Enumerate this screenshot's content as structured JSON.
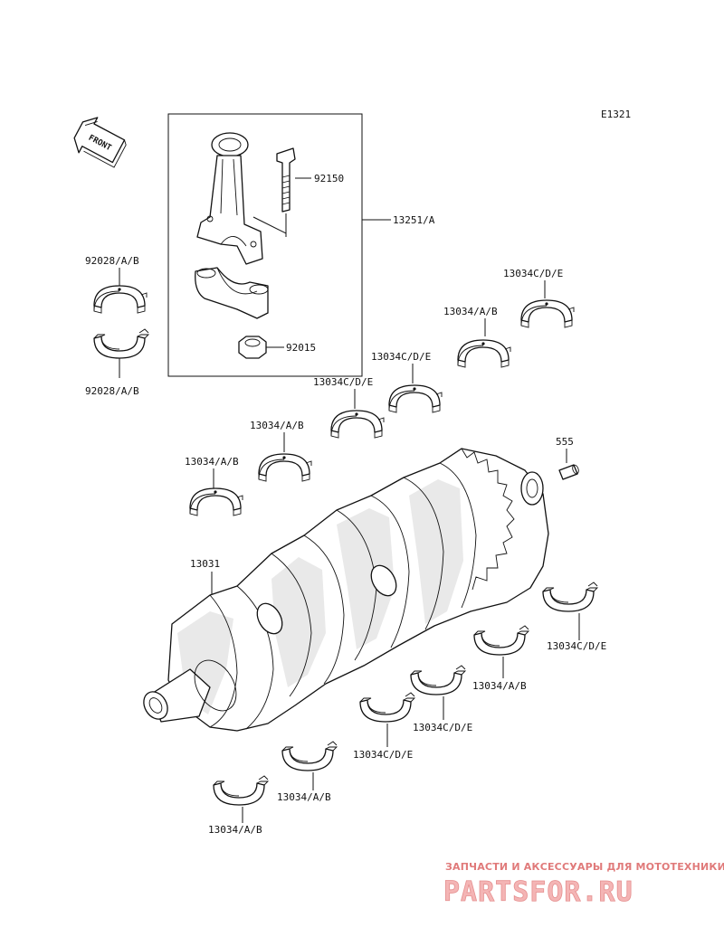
{
  "diagram": {
    "ref_code": "E1321",
    "front_label": "FRONT",
    "labels": {
      "bolt": "92150",
      "conrod_assy": "13251/A",
      "nut": "92015",
      "conrod_bearing_top": "92028/A/B",
      "conrod_bearing_bottom": "92028/A/B",
      "main_bearing_1": "13034/A/B",
      "main_bearing_2": "13034/A/B",
      "main_bearing_3": "13034C/D/E",
      "main_bearing_4": "13034C/D/E",
      "main_bearing_5": "13034/A/B",
      "main_bearing_6": "13034C/D/E",
      "dowel_pin": "555",
      "crankshaft": "13031",
      "lower_bearing_1": "13034C/D/E",
      "lower_bearing_2": "13034/A/B",
      "lower_bearing_3": "13034C/D/E",
      "lower_bearing_4": "13034C/D/E",
      "lower_bearing_5": "13034/A/B",
      "lower_bearing_6": "13034/A/B"
    }
  },
  "watermark": {
    "tagline": "ЗАПЧАСТИ И АКСЕССУАРЫ ДЛЯ МОТОТЕХНИКИ",
    "logo_text": "PARTSFOR.RU"
  }
}
